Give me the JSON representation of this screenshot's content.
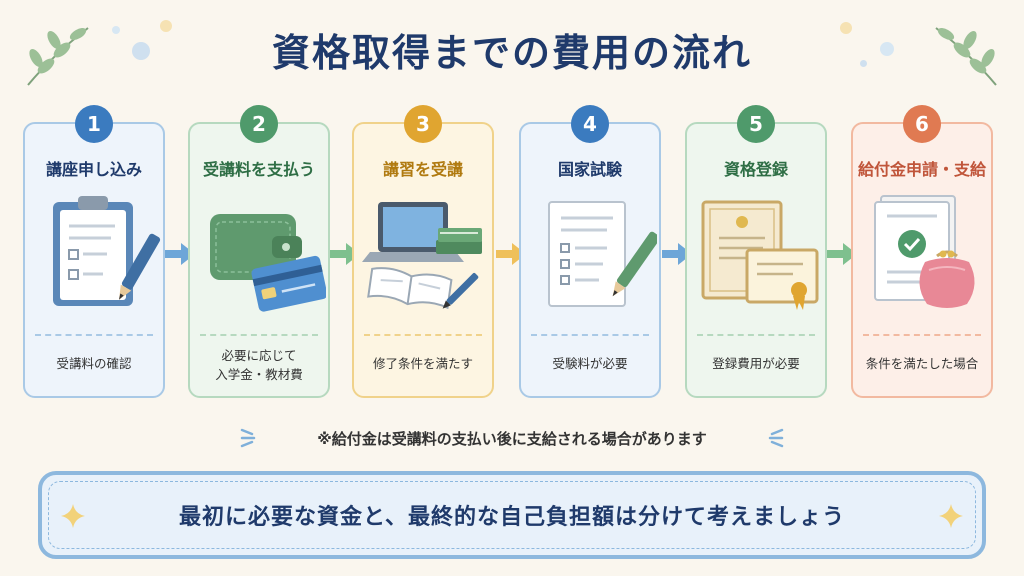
{
  "title": "資格取得までの費用の流れ",
  "steps": [
    {
      "number": "1",
      "title": "講座申し込み",
      "note": "受講料の確認",
      "color": "#3b7bbf",
      "border": "#a9c9e6",
      "bg": "#eef4fb"
    },
    {
      "number": "2",
      "title": "受講料を支払う",
      "note": "必要に応じて\n入学金・教材費",
      "color": "#4f9a6b",
      "border": "#b6d9bf",
      "bg": "#eef6ee"
    },
    {
      "number": "3",
      "title": "講習を受講",
      "note": "修了条件を満たす",
      "color": "#e0a530",
      "border": "#f0d28a",
      "bg": "#fdf5e2"
    },
    {
      "number": "4",
      "title": "国家試験",
      "note": "受験料が必要",
      "color": "#3b7bbf",
      "border": "#a9c9e6",
      "bg": "#eef4fb"
    },
    {
      "number": "5",
      "title": "資格登録",
      "note": "登録費用が必要",
      "color": "#4f9a6b",
      "border": "#b6d9bf",
      "bg": "#eef6ee"
    },
    {
      "number": "6",
      "title": "給付金申請・支給",
      "note": "条件を満たした場合",
      "color": "#e07a52",
      "border": "#f2b9a0",
      "bg": "#fdefe8"
    }
  ],
  "footnote": "※給付金は受講料の支払い後に支給される場合があります",
  "summary": "最初に必要な資金と、最終的な自己負担額は分けて考えましょう",
  "icons": [
    "clipboard-icon",
    "wallet-icon",
    "laptop-books-icon",
    "exam-sheet-icon",
    "certificate-icon",
    "coin-purse-icon"
  ]
}
